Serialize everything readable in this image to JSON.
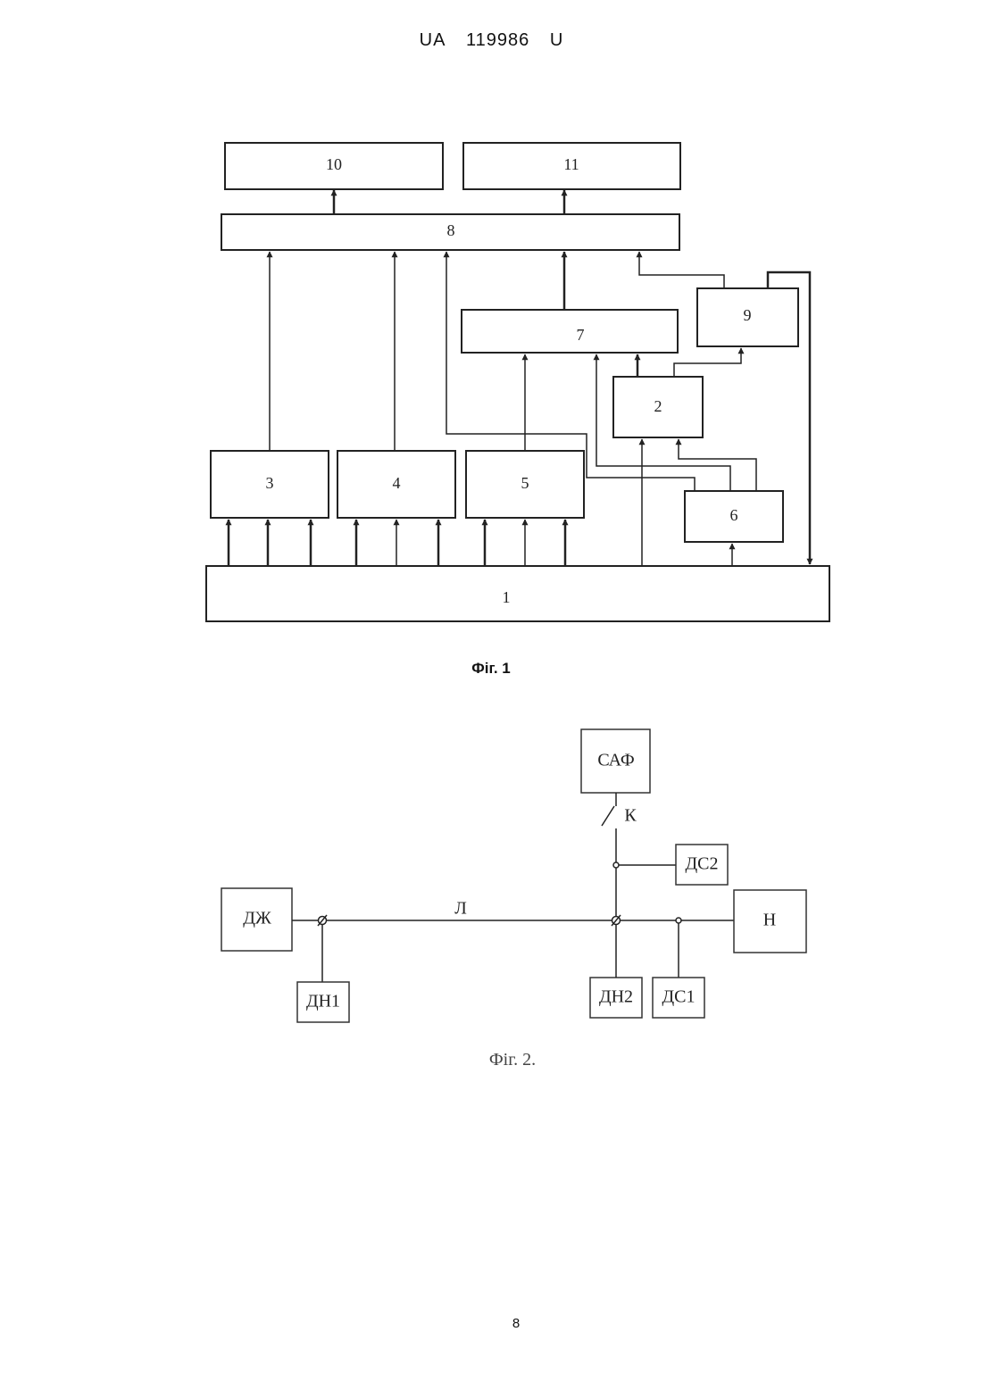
{
  "header": {
    "country": "UA",
    "number": "119986",
    "kind": "U"
  },
  "fig1": {
    "caption": "Фіг. 1",
    "blocks": {
      "b1": "1",
      "b2": "2",
      "b3": "3",
      "b4": "4",
      "b5": "5",
      "b6": "6",
      "b7": "7",
      "b8": "8",
      "b9": "9",
      "b10": "10",
      "b11": "11"
    }
  },
  "fig2": {
    "caption": "Фіг. 2.",
    "saf": "САФ",
    "switch": "К",
    "ds2": "ДС2",
    "dzh": "ДЖ",
    "line": "Л",
    "n": "Н",
    "dn1": "ДН1",
    "dn2": "ДН2",
    "ds1": "ДС1"
  },
  "footer": {
    "page_number": "8"
  }
}
